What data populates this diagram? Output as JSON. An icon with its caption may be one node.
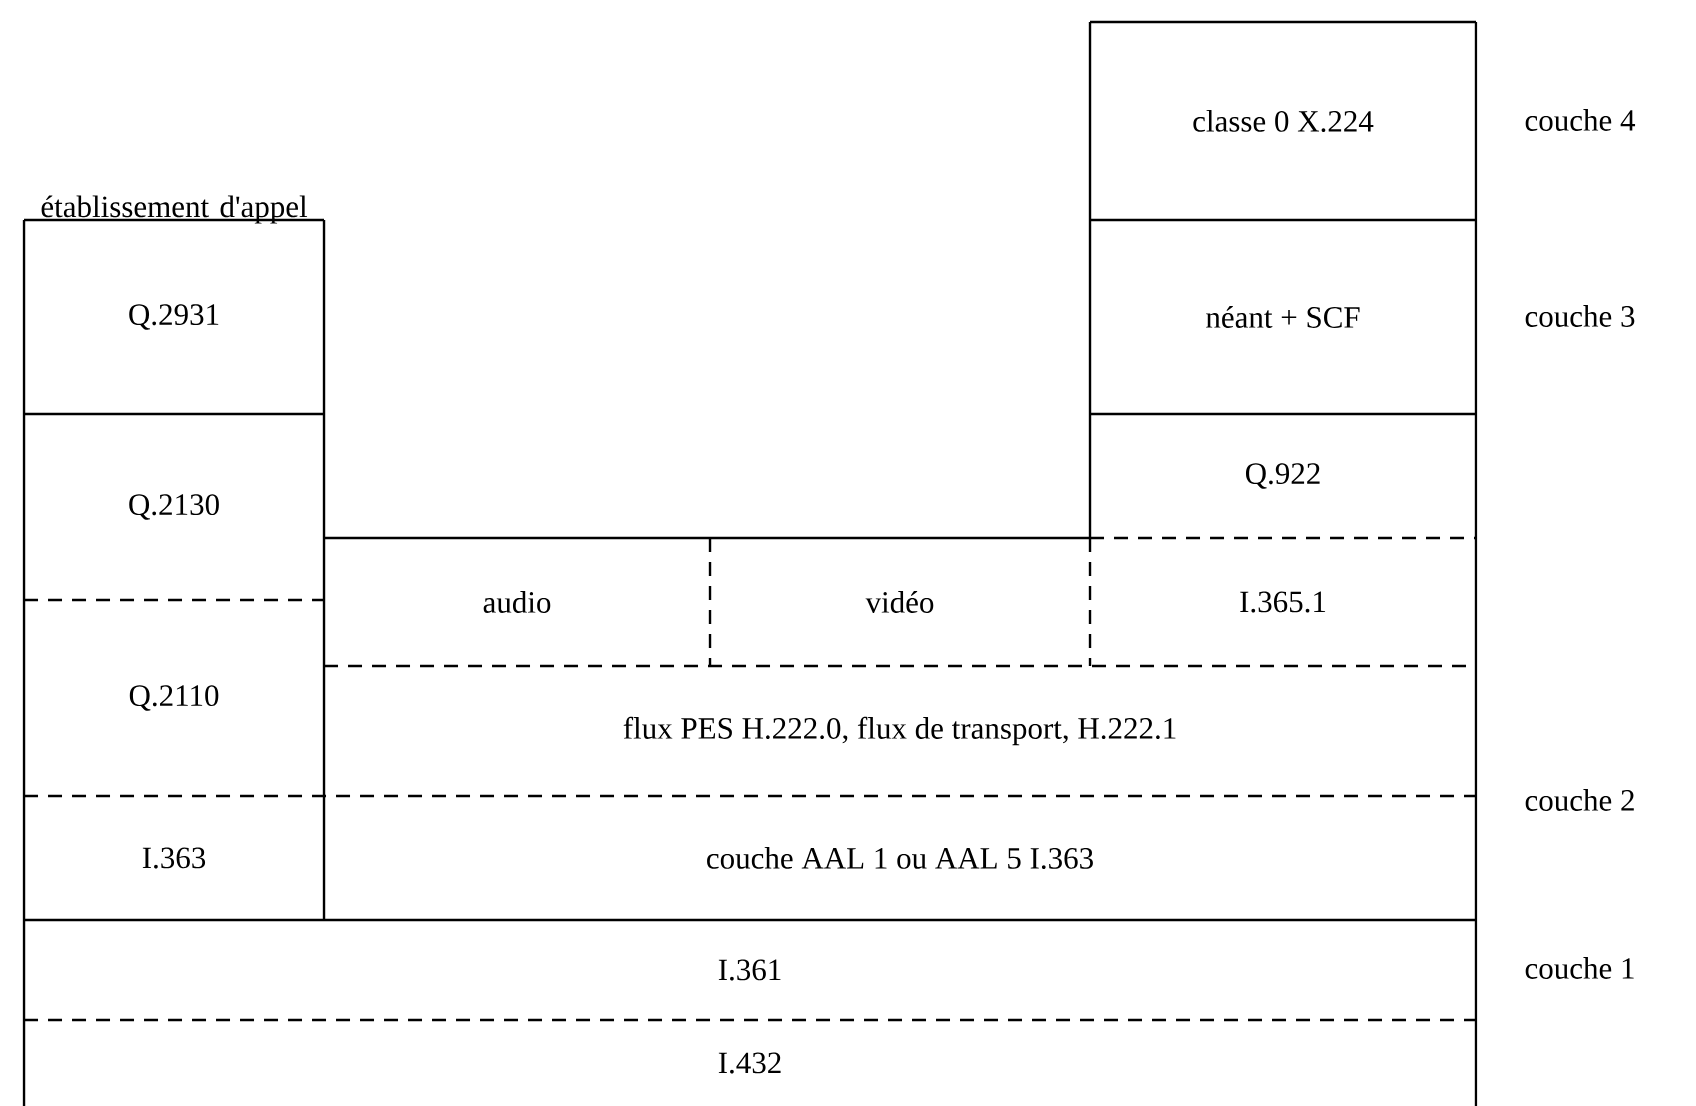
{
  "diagram": {
    "nodes": [
      {
        "text": [
          "classe 0 X.224"
        ]
      },
      {
        "text": [
          "Q.2931"
        ]
      },
      {
        "text": [
          "néant + SCF"
        ]
      },
      {
        "text": [
          "Q.2130"
        ]
      },
      {
        "text": [
          "Q.922"
        ]
      },
      {
        "text": [
          "audio"
        ]
      },
      {
        "text": [
          "vidéo"
        ]
      },
      {
        "text": [
          "I.365.1"
        ]
      },
      {
        "text": [
          "Q.2110"
        ]
      },
      {
        "text": [
          "flux PES H.222.0, flux de transport, H.222.1"
        ]
      },
      {
        "text": [
          "I.363"
        ]
      },
      {
        "text": [
          "couche AAL 1 ou AAL 5 I.363"
        ]
      },
      {
        "text": [
          "I.361"
        ]
      },
      {
        "text": [
          "I.432"
        ]
      }
    ],
    "labels": [
      "établissement d'appel",
      "couche 4",
      "couche 3",
      "couche 2",
      "couche 1"
    ]
  }
}
